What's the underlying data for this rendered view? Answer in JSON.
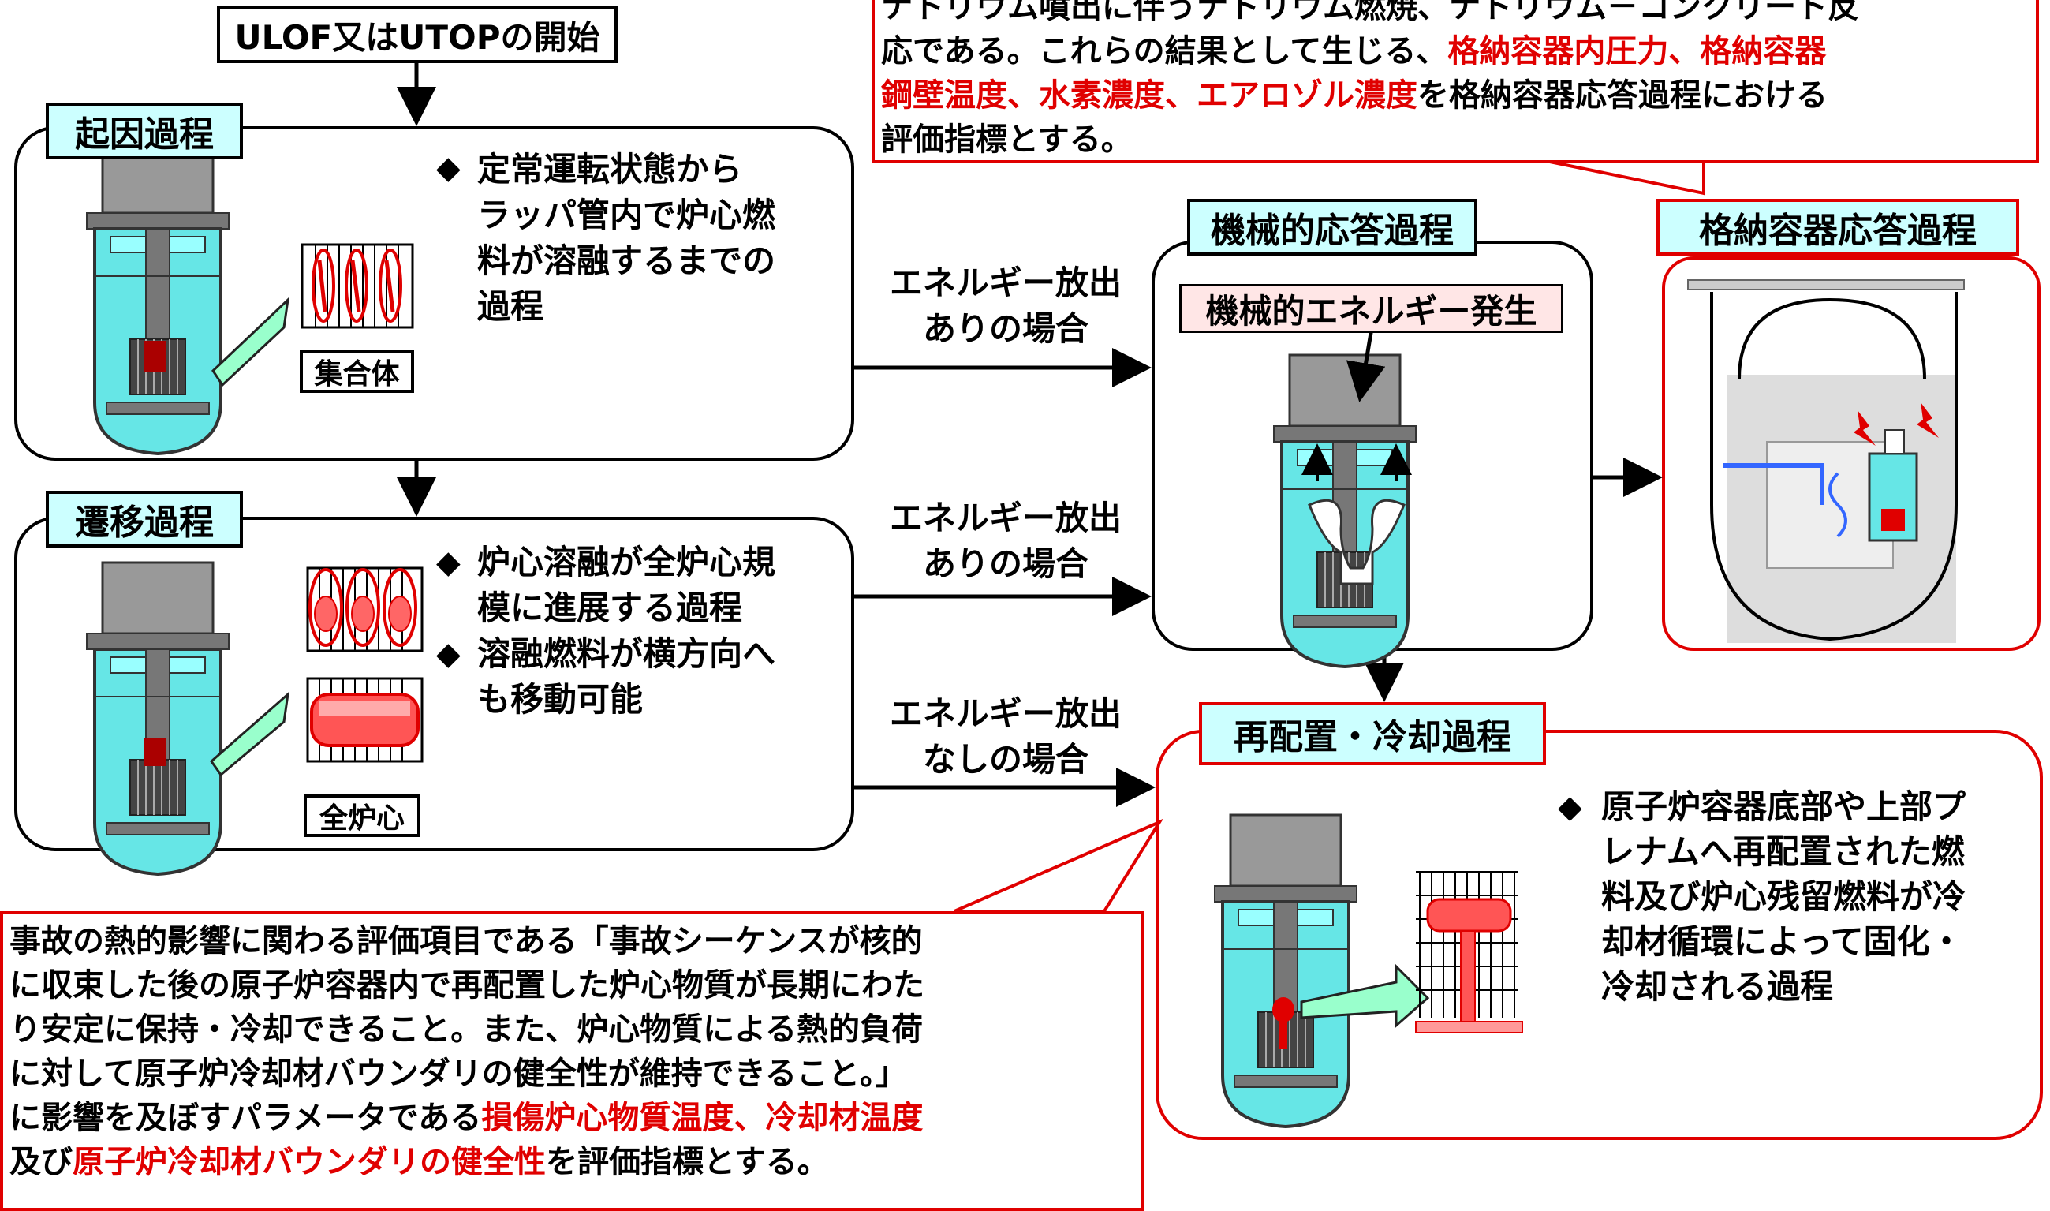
{
  "start_box": "ULOF又はUTOPの開始",
  "stages": {
    "initiating": {
      "label": "起因過程",
      "description": [
        "定常運転状態から",
        "ラッパ管内で炉心燃",
        "料が溶融するまでの",
        "過程"
      ],
      "caption": "集合体"
    },
    "transition": {
      "label": "遷移過程",
      "bullets": [
        [
          "炉心溶融が全炉心規",
          "模に進展する過程"
        ],
        [
          "溶融燃料が横方向へ",
          "も移動可能"
        ]
      ],
      "caption": "全炉心"
    },
    "mechanical": {
      "label": "機械的応答過程",
      "tag": "機械的エネルギー発生"
    },
    "containment": {
      "label": "格納容器応答過程"
    },
    "relocation": {
      "label": "再配置・冷却過程",
      "description": [
        "原子炉容器底部や上部プ",
        "レナムへ再配置された燃",
        "料及び炉心残留燃料が冷",
        "却材循環によって固化・",
        "冷却される過程"
      ]
    }
  },
  "arrows": {
    "energy_release_1": [
      "エネルギー放出",
      "ありの場合"
    ],
    "energy_release_2": [
      "エネルギー放出",
      "ありの場合"
    ],
    "no_energy_release": [
      "エネルギー放出",
      "なしの場合"
    ]
  },
  "callout_top": {
    "line1": "ナトリウム噴出に伴うナトリウム燃焼、ナトリウム－コンクリート反",
    "line2": "応である。これらの結果として生じる、",
    "line2_red": "格納容器内圧力、格納容器",
    "line3_red": "鋼壁温度、水素濃度、エアロゾル濃度",
    "line3": "を格納容器応答過程における",
    "line4": "評価指標とする。"
  },
  "callout_bottom": {
    "line1": "事故の熱的影響に関わる評価項目である「事故シーケンスが核的",
    "line2": "に収束した後の原子炉容器内で再配置した炉心物質が長期にわた",
    "line3": "り安定に保持・冷却できること。また、炉心物質による熱的負荷",
    "line4": "に対して原子炉冷却材バウンダリの健全性が維持できること。」",
    "line5": "に影響を及ぼすパラメータである",
    "line5_red": "損傷炉心物質温度、冷却材温度",
    "line6": "及び",
    "line6_red": "原子炉冷却材バウンダリの健全性",
    "line6_end": "を評価指標とする。"
  },
  "colors": {
    "coolant": "#66e6e6",
    "accent_red": "#e00000",
    "label_bg": "#ccffff",
    "arrow_green": "#99ffcc",
    "tag_bg": "#ffe6e6"
  },
  "bullet_symbol": "◆"
}
